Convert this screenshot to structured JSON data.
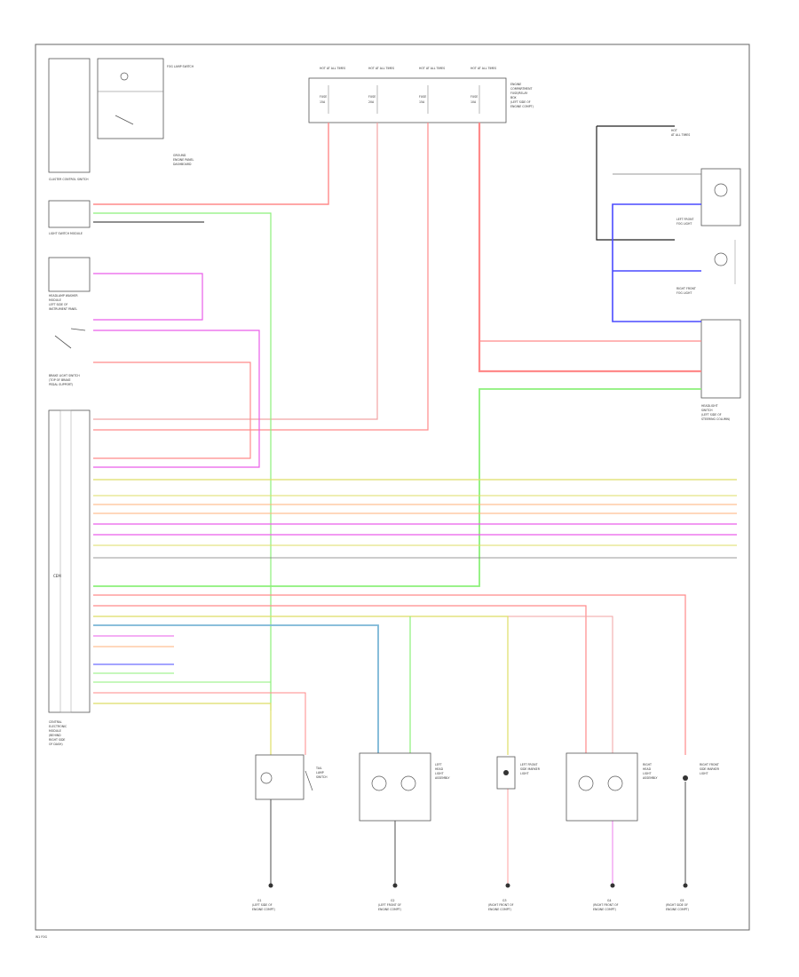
{
  "colors": {
    "red": "#ff8a8a",
    "pink": "#f2a3a3",
    "magenta": "#e95ee9",
    "green": "#8cf07a",
    "yellow": "#dede66",
    "blue": "#4a4aff",
    "cyan": "#7ab6d6",
    "gray": "#777777",
    "black": "#222222",
    "orange": "#ffb07a"
  },
  "fuses": [
    {
      "id": "fuse-1",
      "top": "HOT AT ALL TIMES",
      "mid": "FUSE",
      "val": "15A"
    },
    {
      "id": "fuse-2",
      "top": "HOT AT ALL TIMES",
      "mid": "FUSE",
      "val": "20A"
    },
    {
      "id": "fuse-3",
      "top": "HOT AT ALL TIMES",
      "mid": "FUSE",
      "val": "15A"
    },
    {
      "id": "fuse-4",
      "top": "HOT AT ALL TIMES",
      "mid": "FUSE",
      "val": "10A"
    }
  ],
  "labels": {
    "engine_fuse_box": [
      "ENGINE",
      "COMPARTMENT",
      "FUSE/RELAY",
      "BOX",
      "(LEFT SIDE OF",
      "ENGINE COMPT)"
    ],
    "cluster_switch": "CLUSTER CONTROL SWITCH",
    "cluster_switch2": "FOG LAMP SWITCH",
    "ground_top": [
      "GROUND",
      "ENGINE PANEL",
      "DASHBOARD"
    ],
    "left_switch": "LIGHT SWITCH MODULE",
    "headlamp_switch": [
      "HEADLAMP WASHER",
      "MODULE",
      "LEFT SIDE OF",
      "INSTRUMENT PANEL"
    ],
    "brake_switch": [
      "BRAKE LIGHT SWITCH",
      "(TOP OF BRAKE",
      "PEDAL SUPPORT)"
    ],
    "right_top": [
      "HOT",
      "AT ALL TIMES"
    ],
    "left_fog": [
      "LEFT FRONT",
      "FOG LIGHT"
    ],
    "right_fog": [
      "RIGHT FRONT",
      "FOG LIGHT"
    ],
    "headlight_sw": [
      "HEADLIGHT",
      "SWITCH",
      "(LEFT SIDE OF",
      "STEERING COLUMN)"
    ],
    "central_module": [
      "CENTRAL",
      "ELECTRONIC",
      "MODULE",
      "(BEHIND",
      "RIGHT SIDE",
      "OF DASH)"
    ],
    "cem": "CEM",
    "bottom_left": "W1 FOG",
    "tail_lamp": [
      "TAIL",
      "LAMP",
      "SWITCH"
    ],
    "left_head": [
      "LEFT",
      "HEAD",
      "LIGHT",
      "ASSEMBLY"
    ],
    "left_marker": [
      "LEFT FRONT",
      "SIDE MARKER",
      "LIGHT"
    ],
    "right_head": [
      "RIGHT",
      "HEAD",
      "LIGHT",
      "ASSEMBLY"
    ],
    "right_marker": [
      "RIGHT FRONT",
      "SIDE MARKER",
      "LIGHT"
    ],
    "ground_g1": [
      "G1",
      "(LEFT SIDE OF",
      "ENGINE COMPT)"
    ],
    "ground_g2": [
      "G2",
      "(LEFT FRONT OF",
      "ENGINE COMPT)"
    ],
    "ground_g3": [
      "G3",
      "(RIGHT FRONT OF",
      "ENGINE COMPT)"
    ],
    "ground_g4": [
      "G4",
      "(RIGHT FRONT OF",
      "ENGINE COMPT)"
    ],
    "ground_g5": [
      "G5",
      "(RIGHT SIDE OF",
      "ENGINE COMPT)"
    ],
    "footer": "W1 FOG"
  }
}
